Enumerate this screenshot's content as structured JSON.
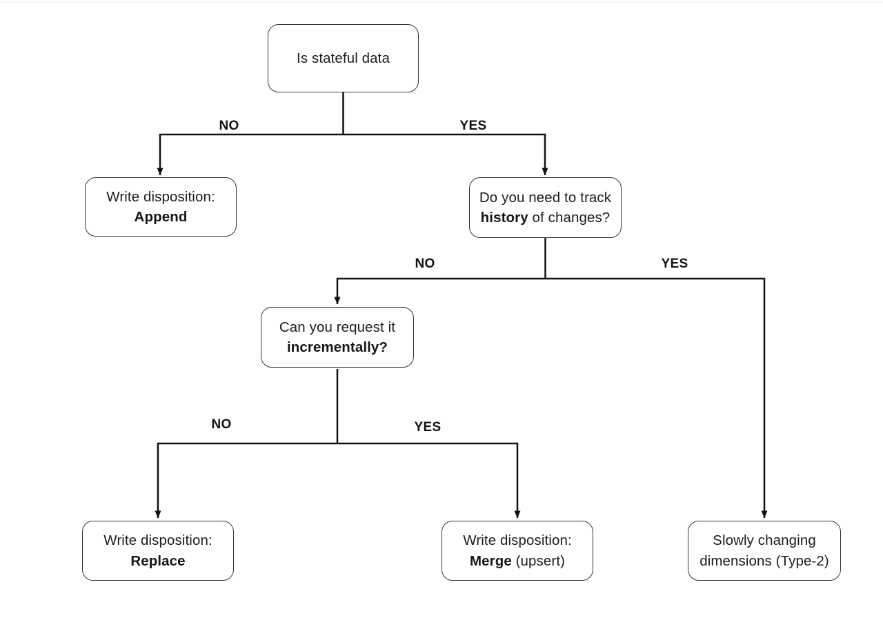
{
  "diagram": {
    "background_color": "#ffffff",
    "line_color": "#111111",
    "box_border_color": "#333333",
    "text_color": "#1c1c1c",
    "nodes": {
      "root": {
        "line1": "Is stateful data"
      },
      "append": {
        "line1": "Write disposition:",
        "line2_bold": "Append",
        "line2_rest": ""
      },
      "history": {
        "line1": "Do you need to track",
        "line2_bold": "history",
        "line2_rest": " of changes?"
      },
      "incremental": {
        "line1": "Can you request it",
        "line2_bold": "incrementally?",
        "line2_rest": ""
      },
      "replace": {
        "line1": "Write disposition:",
        "line2_bold": "Replace",
        "line2_rest": ""
      },
      "merge": {
        "line1": "Write disposition:",
        "line2_bold": "Merge",
        "line2_rest": " (upsert)"
      },
      "scd": {
        "line1": "Slowly changing",
        "line2_bold": "",
        "line2_rest": "dimensions (Type-2)"
      }
    },
    "edge_labels": {
      "fork1_no": "NO",
      "fork1_yes": "YES",
      "fork2_no": "NO",
      "fork2_yes": "YES",
      "fork3_no": "NO",
      "fork3_yes": "YES"
    }
  }
}
